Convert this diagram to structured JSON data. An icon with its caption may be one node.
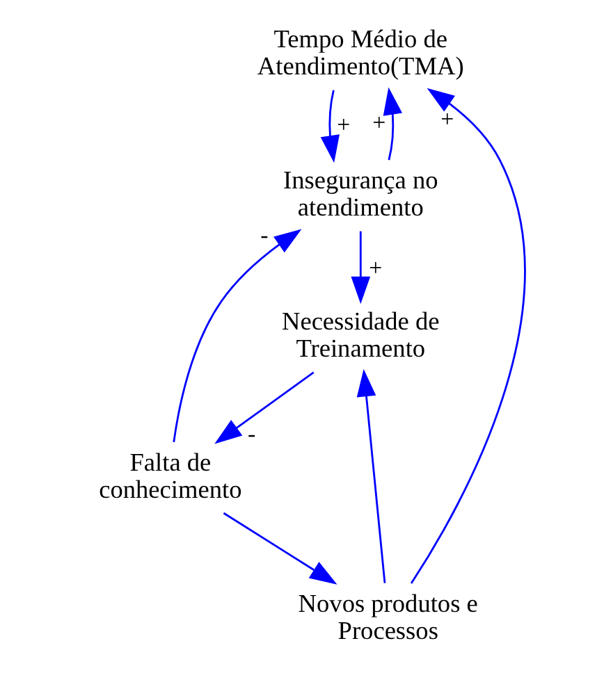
{
  "diagram": {
    "nodes": [
      {
        "text": [
          "Tempo Médio de Atendimento(TMA)"
        ]
      },
      {
        "text": [
          "Insegurança no atendimento"
        ]
      },
      {
        "text": [
          "Necessidade de Treinamento"
        ]
      },
      {
        "text": [
          "Falta de conhecimento"
        ]
      },
      {
        "text": [
          "Novos produtos e Processos"
        ]
      }
    ],
    "edges": [
      {
        "from": 1,
        "to": 0,
        "arrow": "to",
        "label": "+"
      },
      {
        "from": 0,
        "to": 1,
        "arrow": "to",
        "label": "+"
      },
      {
        "from": 1,
        "to": 2,
        "arrow": "to",
        "label": "+"
      },
      {
        "from": 2,
        "to": 3,
        "arrow": "to",
        "label": "-"
      },
      {
        "from": 3,
        "to": 1,
        "arrow": "to",
        "label": "-"
      },
      {
        "from": 4,
        "to": 0,
        "arrow": "to",
        "label": "+"
      },
      {
        "from": 4,
        "to": 2,
        "arrow": "to"
      },
      {
        "from": 3,
        "to": 4,
        "arrow": "to"
      }
    ]
  }
}
